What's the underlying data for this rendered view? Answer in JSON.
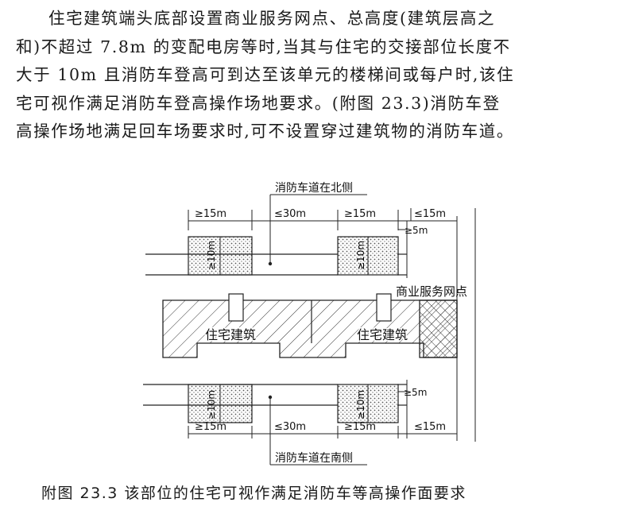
{
  "paragraph": {
    "lines": [
      "住宅建筑端头底部设置商业服务网点、总高度(建筑层高之",
      "和)不超过 7.8m 的变配电房等时,当其与住宅的交接部位长度不",
      "大于 10m 且消防车登高可到达至该单元的楼梯间或每户时,该住",
      "宅可视作满足消防车登高操作场地要求。(附图 23.3)消防车登",
      "高操作场地满足回车场要求时,可不设置穿过建筑物的消防车道。"
    ]
  },
  "diagram": {
    "north_road_label": "消防车道在北侧",
    "south_road_label": "消防车道在南侧",
    "commercial_label": "商业服务网点",
    "building_label_1": "住宅建筑",
    "building_label_2": "住宅建筑",
    "dims_top": [
      "≥15m",
      "≤30m",
      "≥15m",
      "≤15m"
    ],
    "dims_bottom": [
      "≥15m",
      "≤30m",
      "≥15m",
      "≤15m"
    ],
    "dim_5m_top": "≥5m",
    "dim_5m_bottom": "≥5m",
    "pad_depth_labels": [
      "≥10m",
      "≥10m",
      "≥10m",
      "≥10m"
    ]
  },
  "caption": {
    "text": "附图 23.3   该部位的住宅可视作满足消防车等高操作面要求"
  }
}
